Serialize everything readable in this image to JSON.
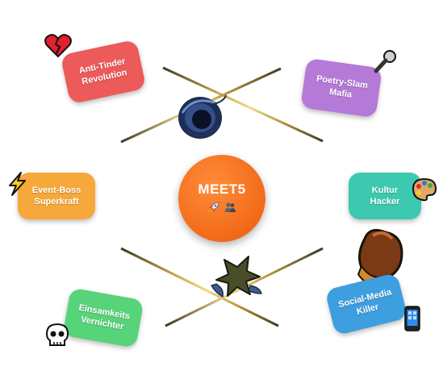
{
  "hub": {
    "title": "MEET5",
    "color": "#f37021",
    "icons": [
      "rocket-icon",
      "people-icon"
    ]
  },
  "nodes": [
    {
      "id": "anti-tinder",
      "line1": "Anti-Tinder",
      "line2": "Revolution",
      "color": "#ec5a5a",
      "icon": "broken-heart-icon"
    },
    {
      "id": "poetry-slam",
      "line1": "Poetry-Slam",
      "line2": "Mafia",
      "color": "#b57ad8",
      "icon": "microphone-icon"
    },
    {
      "id": "event-boss",
      "line1": "Event-Boss",
      "line2": "Superkraft",
      "color": "#f6a83a",
      "icon": "lightning-icon"
    },
    {
      "id": "kultur-hacker",
      "line1": "Kultur",
      "line2": "Hacker",
      "color": "#3cc9b0",
      "icon": "palette-icon"
    },
    {
      "id": "einsamkeits",
      "line1": "Einsamkeits",
      "line2": "Vernichter",
      "color": "#57d37a",
      "icon": "skull-icon"
    },
    {
      "id": "social-media",
      "line1": "Social-Media",
      "line2": "Killer",
      "color": "#3d9fe0",
      "icon": "smartphone-icon"
    }
  ],
  "decorations": [
    "black-hole-icon",
    "explosion-icon",
    "boxing-glove-icon"
  ],
  "colors": {
    "connector": "#b8a040",
    "connector_highlight": "#e8d070",
    "connector_dark": "#4a4428"
  }
}
